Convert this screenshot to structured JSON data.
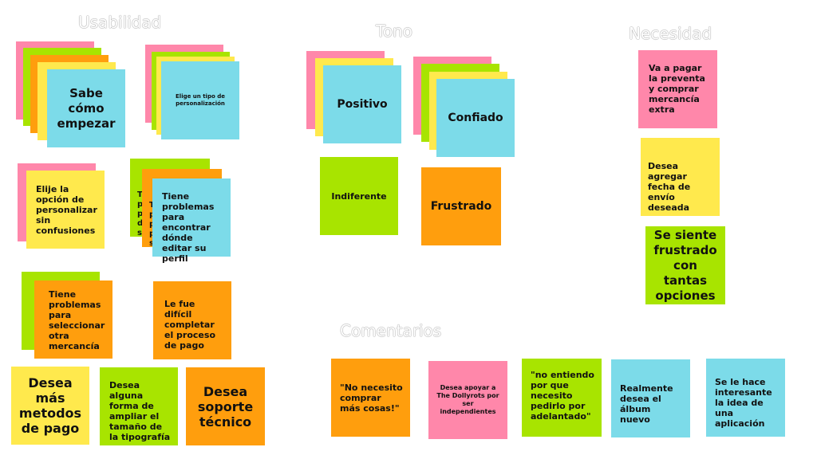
{
  "sections": {
    "usabilidad": "Usabilidad",
    "tono": "Tono",
    "necesidad": "Necesidad",
    "comentarios": "Comentarios"
  },
  "usabilidad": {
    "sabe": "Sabe cómo empezar",
    "elige_tipo": "Elige un tipo de personalización",
    "elije_opcion": "Elije la opción de personalizar sin confusiones",
    "stack_peek": "T\np\np\nd\ns",
    "stack_peek_2": "T\np\np\np\ns",
    "tiene_perfil": "Tiene problemas para encontrar dónde editar su perfil",
    "tiene_mercancia": "Tiene problemas para seleccionar otra mercancía",
    "dificil": "Le fue difícil completar el proceso de pago",
    "desea_pago": "Desea más metodos de pago",
    "desea_tipografia": "Desea alguna forma de ampliar el tamaño de la tipografía",
    "desea_soporte": "Desea soporte técnico"
  },
  "tono": {
    "positivo": "Positivo",
    "confiado": "Confiado",
    "indiferente": "Indiferente",
    "frustrado": "Frustrado"
  },
  "necesidad": {
    "preventa": "Va a pagar la preventa y comprar mercancía extra",
    "fecha": "Desea agregar fecha de envío deseada",
    "opciones": "Se siente frustrado con tantas opciones"
  },
  "comentarios": {
    "no_necesito": "\"No necesito comprar más cosas!\"",
    "dollyrots": "Desea apoyar a The Dollyrots por ser independientes",
    "no_entiendo": "\"no entiendo por que necesito pedirlo por adelantado\"",
    "album": "Realmente desea el álbum nuevo",
    "aplicacion": "Se le hace interesante la idea de una aplicación"
  },
  "colors": {
    "pink": "#ff87aa",
    "lime": "#a8e400",
    "orange": "#ff9e0d",
    "yellow": "#ffe94d",
    "cyan": "#7cdbe9"
  }
}
